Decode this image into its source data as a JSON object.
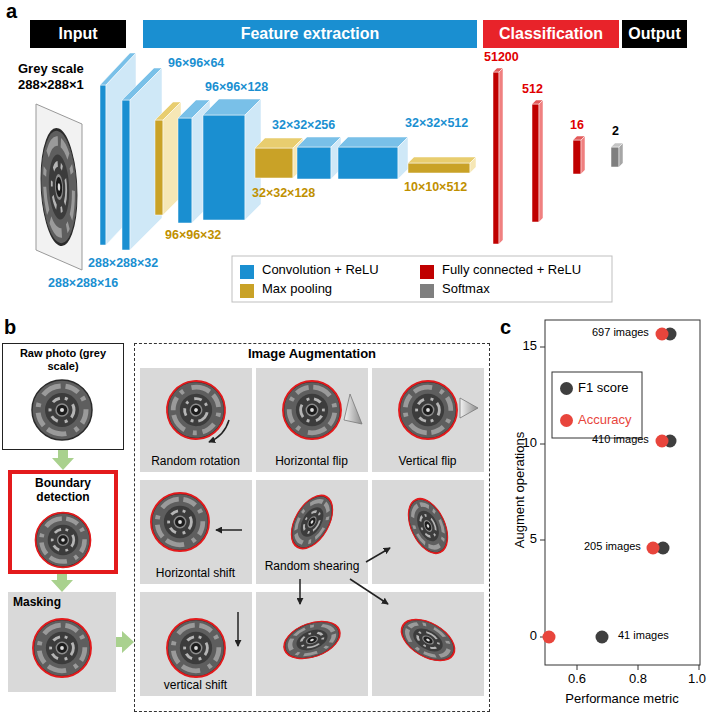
{
  "diagram": {
    "nodes": [
      {
        "text": [
          "Input"
        ]
      },
      {
        "text": [
          "Feature extraction"
        ]
      },
      {
        "text": [
          "Classification"
        ]
      },
      {
        "text": [
          "Output"
        ]
      },
      {
        "text": [
          "Raw photo (grey scale)"
        ]
      },
      {
        "text": [
          "Boundary detection"
        ]
      },
      {
        "text": [
          "Masking"
        ]
      },
      {
        "text": [
          "Image Augmentation"
        ]
      },
      {
        "text": [
          "Random rotation"
        ],
        "in": 7
      },
      {
        "text": [
          "Horizontal flip"
        ],
        "in": 7
      },
      {
        "text": [
          "Vertical flip"
        ],
        "in": 7
      },
      {
        "text": [
          "Horizontal shift"
        ],
        "in": 7
      },
      {
        "text": [
          "vertical shift"
        ],
        "in": 7
      }
    ],
    "edges": [
      {
        "from": 4,
        "to": 5,
        "arrow": "to"
      },
      {
        "from": 5,
        "to": 6,
        "arrow": "to"
      },
      {
        "from": 6,
        "to": 7,
        "arrow": "to"
      }
    ],
    "labels": [
      "a",
      "Grey scale",
      "288×288×1",
      "96×96×64",
      "96×96×128",
      "32×32×256",
      "32×32×512",
      "32×32×128",
      "10×10×512",
      "96×96×32",
      "288×288×32",
      "288×288×16",
      "51200",
      "512",
      "16",
      "2",
      "b",
      "Random shearing",
      "c",
      "15",
      "10",
      "5",
      "0",
      "0.6",
      "0.8",
      "1.0",
      "Augment operations",
      "Performance metric",
      "697 images",
      "410 images",
      "205 images",
      "41 images"
    ],
    "legend": [
      {
        "text": "Convolution + ReLU",
        "color": "#1a8fd1"
      },
      {
        "text": "Max pooling",
        "color": "#c9a227"
      },
      {
        "text": "Fully connected + ReLU",
        "color": "#c00000"
      },
      {
        "text": "Softmax",
        "color": "#7f7f7f"
      },
      {
        "text": "F1 score",
        "color": "#3f3f3f"
      },
      {
        "text": "Accuracy",
        "color": "#e8453c"
      }
    ]
  }
}
